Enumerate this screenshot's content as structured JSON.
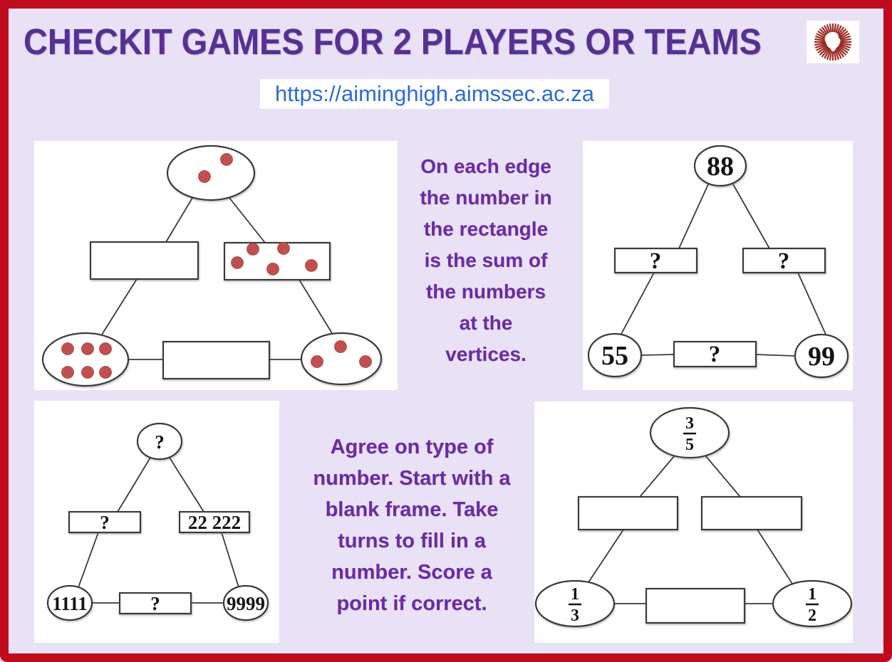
{
  "header": {
    "title": "CHECKIT GAMES FOR 2 PLAYERS OR TEAMS",
    "url": "https://aiminghigh.aimssec.ac.za",
    "logo_icon": "aimssec-sunburst-africa-logo"
  },
  "colors": {
    "frame-red": "#c00b1c",
    "page-lavender": "#e9e1f6",
    "title-purple": "#563093",
    "instruction-purple": "#6b2ba1",
    "url-blue": "#2d6bd2",
    "dot-red": "#c0504d",
    "shape-stroke": "#3a3a3a",
    "panel-white": "#ffffff"
  },
  "instructions": {
    "top_lines": [
      "On each edge",
      "the number in",
      "the rectangle",
      "is the sum of",
      "the numbers",
      "at the",
      "vertices."
    ],
    "bottom_lines": [
      "Agree on type of",
      "number. Start with a",
      "blank frame. Take",
      "turns to fill in a",
      "number.  Score a",
      "point if correct."
    ]
  },
  "puzzles": {
    "dots_triangle": {
      "top_vertex_dots": 2,
      "left_vertex_dots": 6,
      "right_vertex_dots": 3,
      "left_edge_dots": 0,
      "right_edge_dots": 5,
      "bottom_edge_dots": 0
    },
    "double_digit_triangle": {
      "top_vertex": "88",
      "left_vertex": "55",
      "right_vertex": "99",
      "left_edge": "?",
      "right_edge": "?",
      "bottom_edge": "?"
    },
    "four_digit_triangle": {
      "top_vertex": "?",
      "left_vertex": "1111",
      "right_vertex": "9999",
      "left_edge": "?",
      "right_edge": "22 222",
      "bottom_edge": "?"
    },
    "fraction_triangle": {
      "top_vertex_numerator": "3",
      "top_vertex_denominator": "5",
      "left_vertex_numerator": "1",
      "left_vertex_denominator": "3",
      "right_vertex_numerator": "1",
      "right_vertex_denominator": "2",
      "left_edge": "",
      "right_edge": "",
      "bottom_edge": ""
    }
  }
}
